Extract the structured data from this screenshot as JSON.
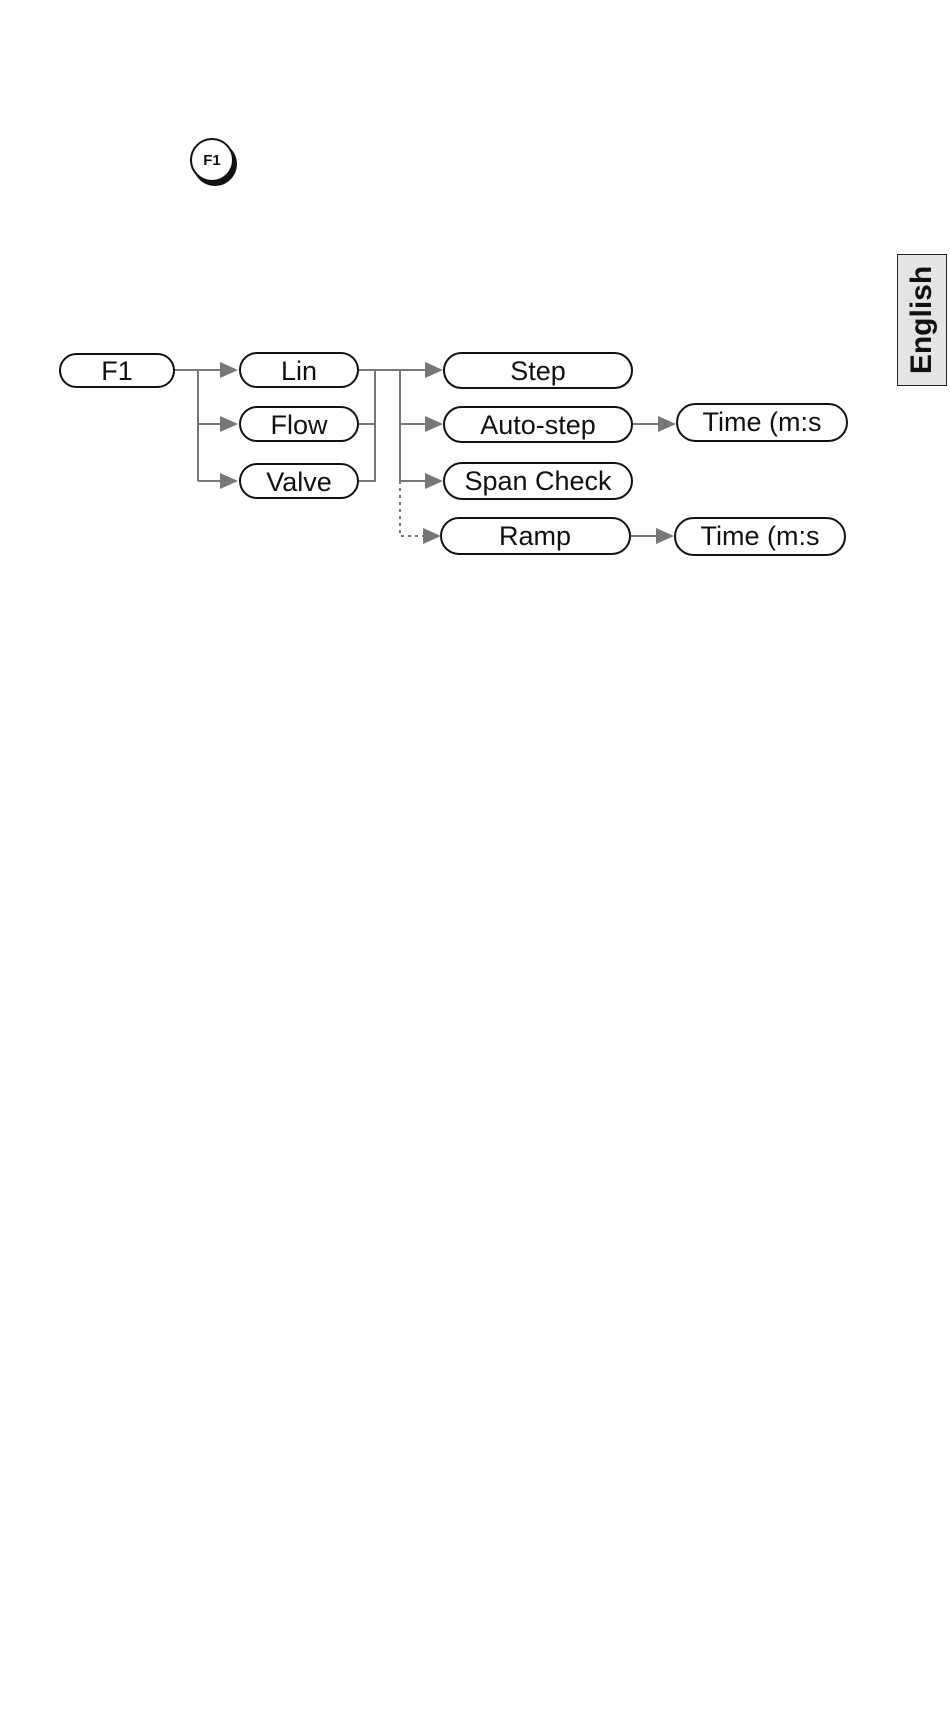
{
  "key_button": {
    "label": "F1"
  },
  "language_tab": {
    "label": "English"
  },
  "diagram": {
    "root": "F1",
    "level1": [
      "Lin",
      "Flow",
      "Valve"
    ],
    "level2": [
      "Step",
      "Auto-step",
      "Span Check",
      "Ramp"
    ],
    "level3": [
      "Time (m:s",
      "Time (m:s"
    ]
  }
}
